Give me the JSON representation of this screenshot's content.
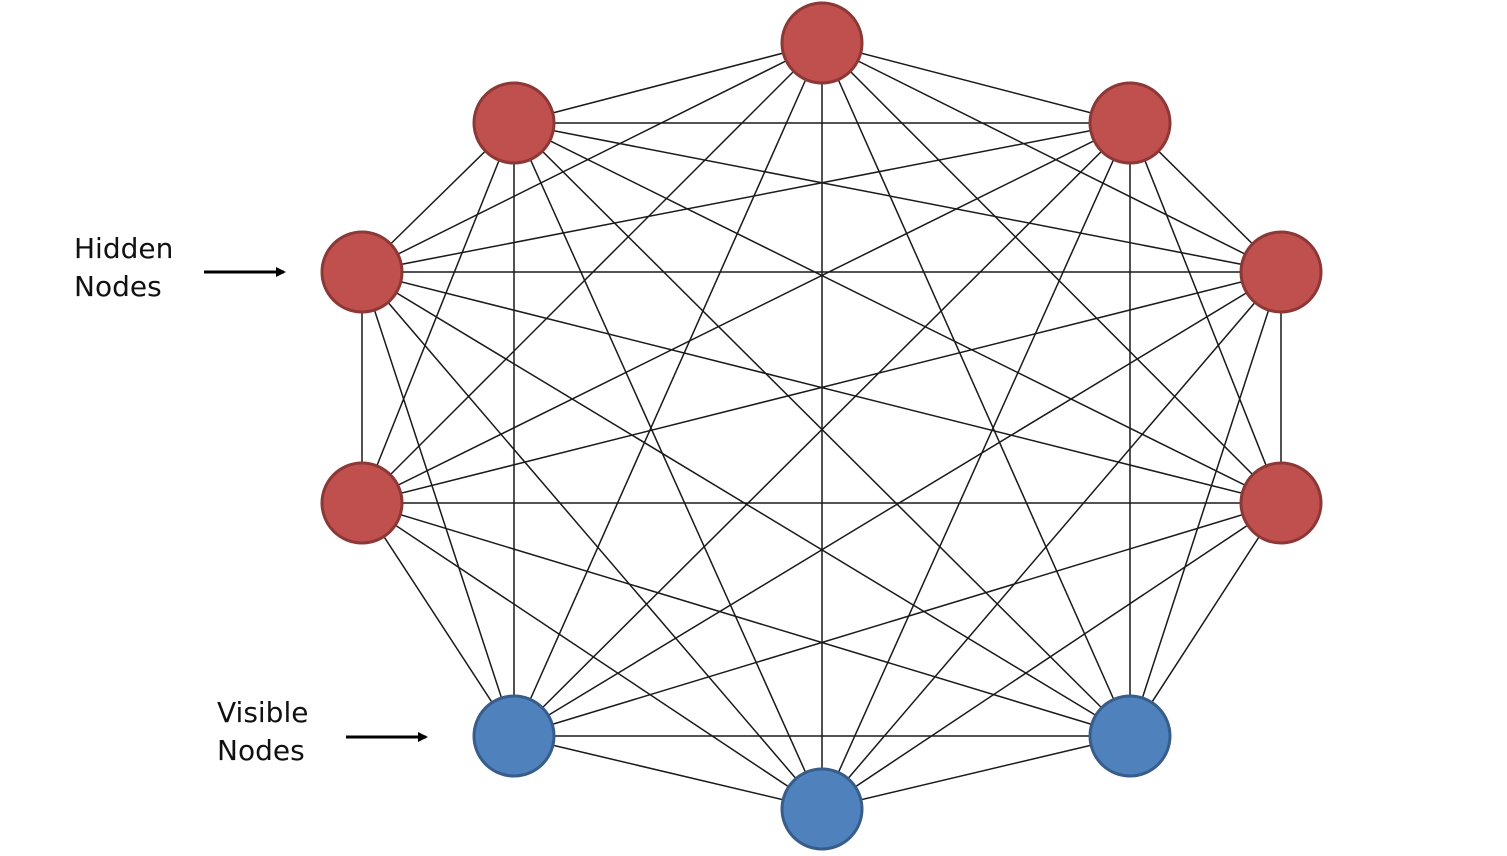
{
  "diagram": {
    "type": "complete-graph",
    "colors": {
      "hidden_fill": "#c0504d",
      "hidden_stroke": "#8c3836",
      "visible_fill": "#4f81bd",
      "visible_stroke": "#385d8a",
      "edge": "#1a1a1a",
      "background": "#ffffff"
    },
    "nodes": [
      {
        "id": "n0",
        "kind": "hidden"
      },
      {
        "id": "n1",
        "kind": "hidden"
      },
      {
        "id": "n2",
        "kind": "hidden"
      },
      {
        "id": "n3",
        "kind": "hidden"
      },
      {
        "id": "n4",
        "kind": "visible"
      },
      {
        "id": "n5",
        "kind": "visible"
      },
      {
        "id": "n6",
        "kind": "visible"
      },
      {
        "id": "n7",
        "kind": "hidden"
      },
      {
        "id": "n8",
        "kind": "hidden"
      },
      {
        "id": "n9",
        "kind": "hidden"
      }
    ],
    "labels": {
      "hidden": [
        "Hidden",
        "Nodes"
      ],
      "visible": [
        "Visible",
        "Nodes"
      ]
    }
  }
}
